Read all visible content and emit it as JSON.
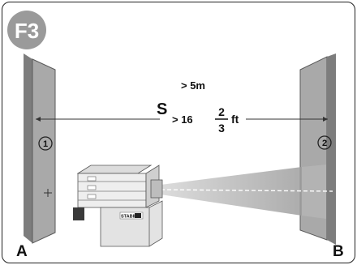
{
  "badge": {
    "label": "F3",
    "color": "#9a9a9a"
  },
  "labels": {
    "distance_symbol": "S",
    "metric_text": "> 5m",
    "imperial_prefix": "> 16",
    "fraction_numerator": "2",
    "fraction_denominator": "3",
    "imperial_unit": "ft",
    "wall_a_marker": "1",
    "wall_b_marker": "2",
    "wall_a_letter": "A",
    "wall_b_letter": "B",
    "brand": "STABILA"
  },
  "colors": {
    "wall_fill": "#a9a9a9",
    "wall_edge": "#5a5a5a",
    "device_light": "#eeeeee",
    "device_mid": "#cfcfcf",
    "device_dark": "#8c8c8c",
    "beam": "#c8c8c8"
  }
}
